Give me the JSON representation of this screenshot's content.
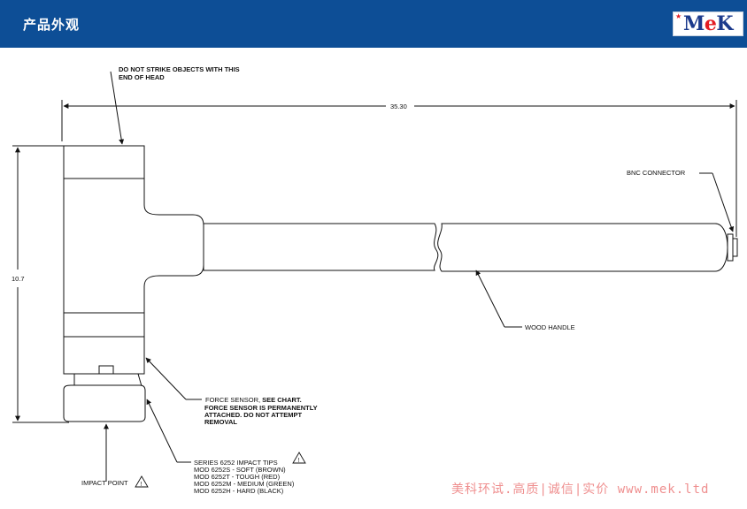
{
  "header": {
    "title": "产品外观",
    "logo": {
      "text_m": "M",
      "text_e": "e",
      "text_k": "K",
      "star_icon": "star-icon"
    }
  },
  "drawing": {
    "overall_length": "35.30",
    "overall_height": "10.7",
    "label_strike_line1": "DO NOT STRIKE OBJECTS WITH THIS",
    "label_strike_line2": "END OF HEAD",
    "label_bnc": "BNC CONNECTOR",
    "label_wood_handle": "WOOD HANDLE",
    "label_force_line1_normal": "FORCE SENSOR,",
    "label_force_line1_bold": " SEE CHART.",
    "label_force_line2": "FORCE SENSOR IS PERMANENTLY",
    "label_force_line3": "ATTACHED. DO NOT ATTEMPT",
    "label_force_line4": "REMOVAL",
    "label_tips_1": "SERIES 6252 IMPACT TIPS",
    "label_tips_2": "MOD 6252S - SOFT (BROWN)",
    "label_tips_3": "MOD 6252T - TOUGH (RED)",
    "label_tips_4": "MOD 6252M - MEDIUM (GREEN)",
    "label_tips_5": "MOD 6252H - HARD (BLACK)",
    "label_impact_point": "IMPACT POINT",
    "warning_symbol": "!"
  },
  "footer": {
    "watermark": "美科环试.高质|诚信|实价 www.mek.ltd"
  }
}
